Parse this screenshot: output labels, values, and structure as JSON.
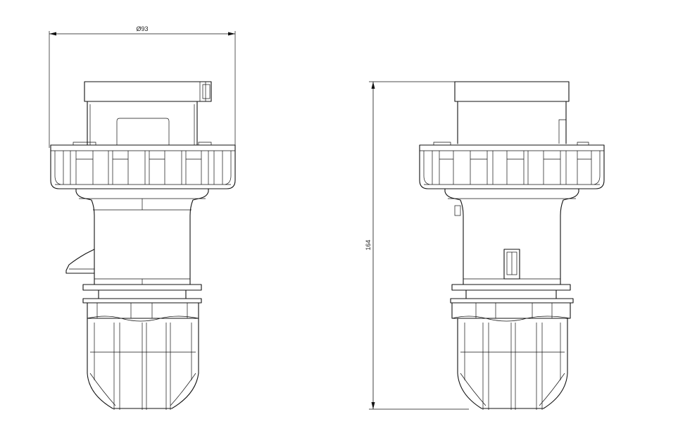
{
  "dimensions": {
    "diameter_label": "Ø93",
    "height_label": "164"
  },
  "views": {
    "left": "front-view",
    "right": "side-view"
  }
}
